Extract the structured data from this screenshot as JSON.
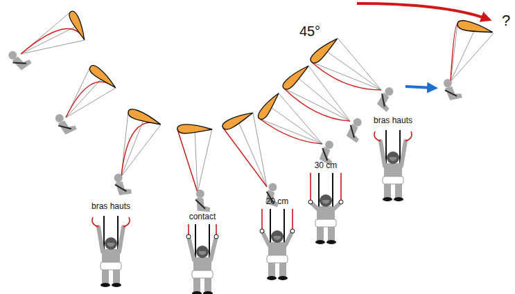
{
  "diagram": {
    "labels": [
      "bras hauts",
      "contact",
      "20 cm",
      "30 cm",
      "bras hauts",
      "45°",
      "?"
    ]
  }
}
